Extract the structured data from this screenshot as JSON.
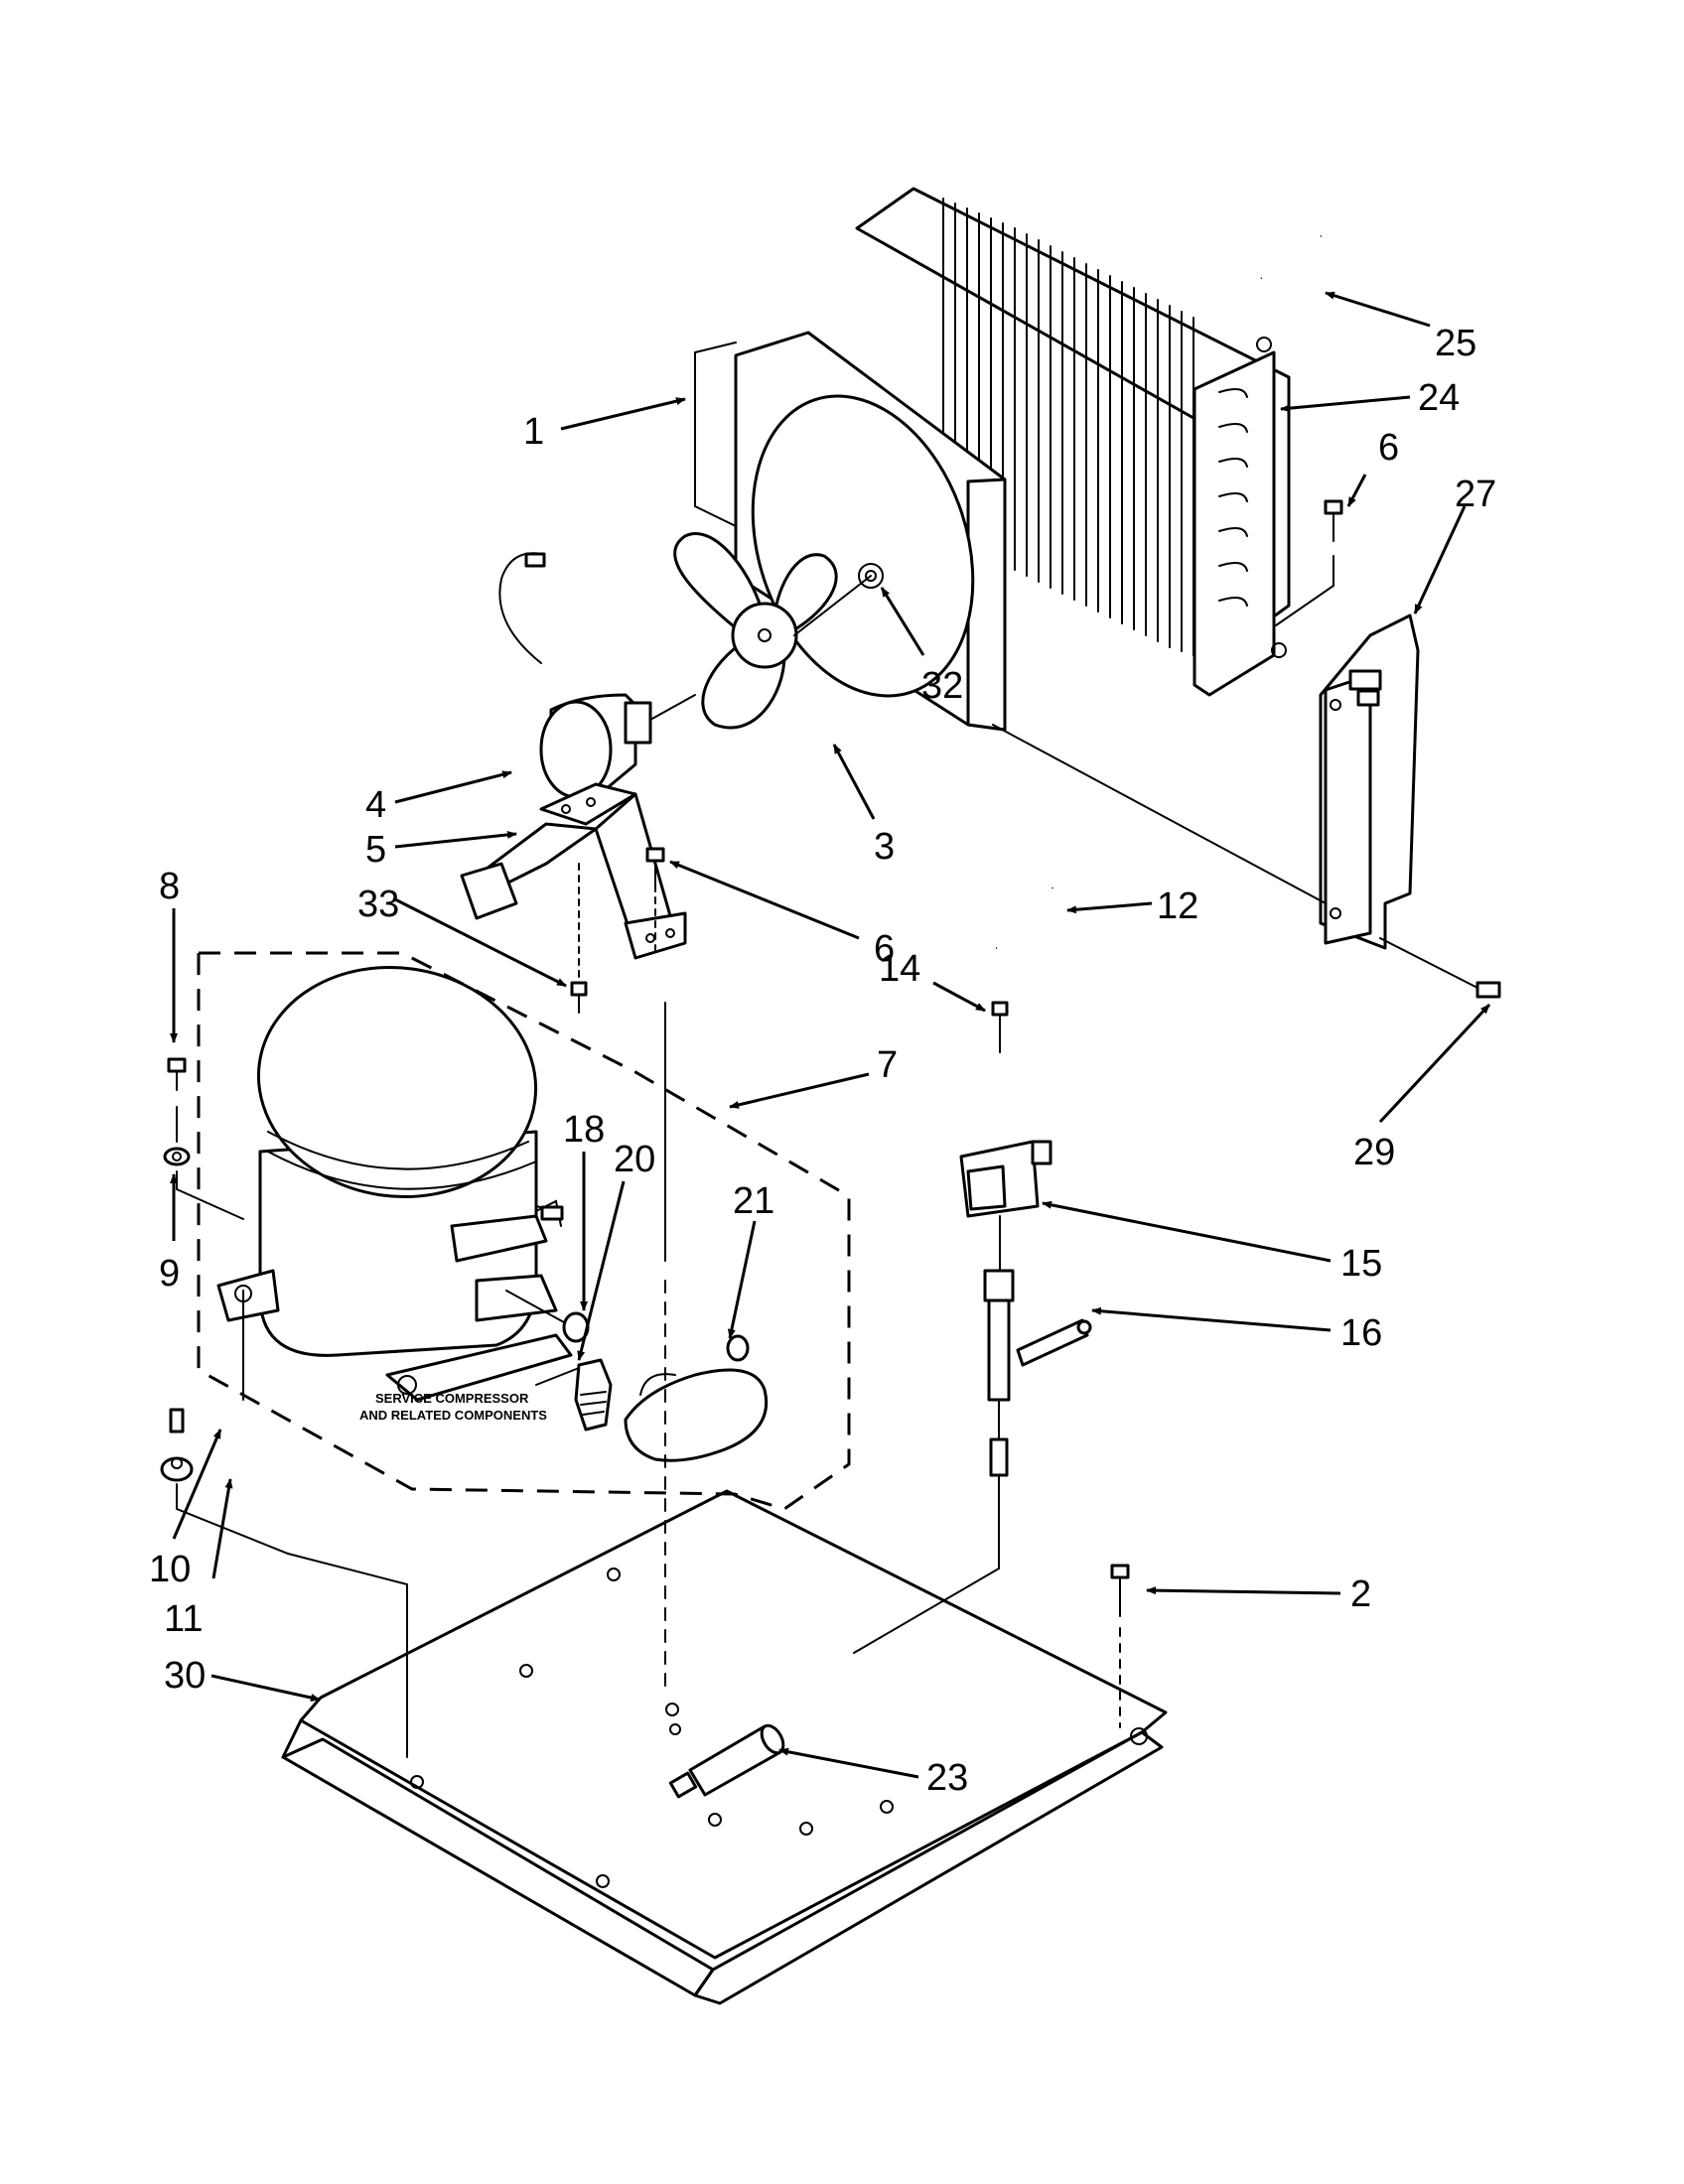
{
  "note": {
    "line1": "SERVICE COMPRESSOR",
    "line2": "AND RELATED COMPONENTS"
  },
  "callouts": [
    {
      "id": "1",
      "text": "1"
    },
    {
      "id": "2",
      "text": "2"
    },
    {
      "id": "3",
      "text": "3"
    },
    {
      "id": "4",
      "text": "4"
    },
    {
      "id": "5",
      "text": "5"
    },
    {
      "id": "6a",
      "text": "6"
    },
    {
      "id": "6b",
      "text": "6"
    },
    {
      "id": "7",
      "text": "7"
    },
    {
      "id": "8",
      "text": "8"
    },
    {
      "id": "9",
      "text": "9"
    },
    {
      "id": "10",
      "text": "10"
    },
    {
      "id": "11",
      "text": "11"
    },
    {
      "id": "12",
      "text": "12"
    },
    {
      "id": "14",
      "text": "14"
    },
    {
      "id": "15",
      "text": "15"
    },
    {
      "id": "16",
      "text": "16"
    },
    {
      "id": "18",
      "text": "18"
    },
    {
      "id": "20",
      "text": "20"
    },
    {
      "id": "21",
      "text": "21"
    },
    {
      "id": "23",
      "text": "23"
    },
    {
      "id": "24",
      "text": "24"
    },
    {
      "id": "25",
      "text": "25"
    },
    {
      "id": "27",
      "text": "27"
    },
    {
      "id": "29",
      "text": "29"
    },
    {
      "id": "30",
      "text": "30"
    },
    {
      "id": "32",
      "text": "32"
    },
    {
      "id": "33",
      "text": "33"
    }
  ]
}
